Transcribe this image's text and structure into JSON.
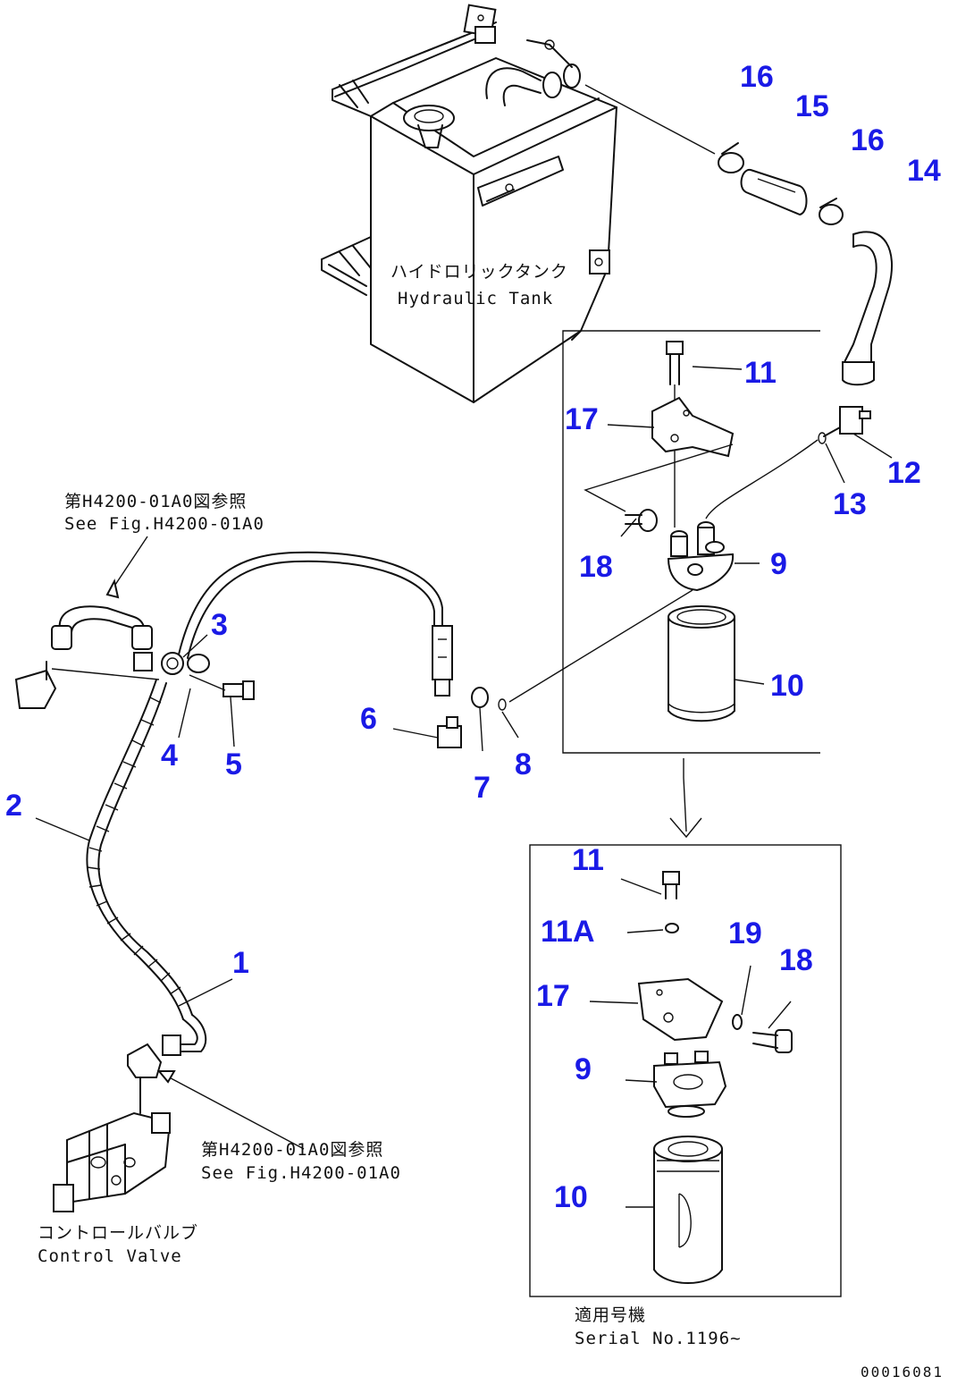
{
  "tank_caption": {
    "jp": "ハイドロリックタンク",
    "en": "Hydraulic Tank"
  },
  "fig_ref_upper": {
    "jp": "第H4200-01A0図参照",
    "en": "See Fig.H4200-01A0"
  },
  "fig_ref_lower": {
    "jp": "第H4200-01A0図参照",
    "en": "See Fig.H4200-01A0"
  },
  "valve_caption": {
    "jp": "コントロールバルブ",
    "en": "Control Valve"
  },
  "serial_caption": {
    "jp": "適用号機",
    "en": "Serial No.1196~"
  },
  "drawing_code": "00016081",
  "part_numbers": {
    "p1": "1",
    "p2": "2",
    "p3": "3",
    "p4": "4",
    "p5": "5",
    "p6": "6",
    "p7": "7",
    "p8": "8",
    "p9_top": "9",
    "p10_top": "10",
    "p11_top": "11",
    "p12": "12",
    "p13": "13",
    "p14": "14",
    "p15": "15",
    "p16_a": "16",
    "p16_b": "16",
    "p17_top": "17",
    "p18_top": "18",
    "p11_bot": "11",
    "p11a": "11A",
    "p19": "19",
    "p18_bot": "18",
    "p17_bot": "17",
    "p9_bot": "9",
    "p10_bot": "10"
  }
}
